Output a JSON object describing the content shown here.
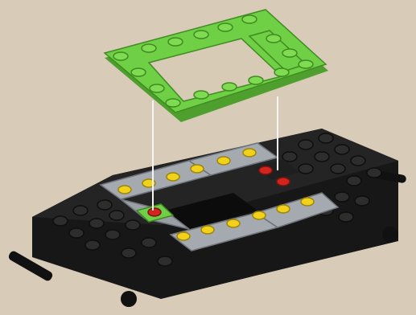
{
  "scene": {
    "description_visible_text": "",
    "colors": {
      "background": "#d8cbb6",
      "background_speckle": "#bba98f",
      "green_plate": "#6fcf45",
      "green_plate_shadow": "#4f9f2e",
      "black_base": "#1d1d1d",
      "black_stud": "#2b2b2b",
      "gray_tile": "#a5a9b0",
      "yellow_stud": "#f2d11c",
      "red_stud": "#d3241e",
      "guide_line": "#f4f4f4"
    },
    "icons": [
      "green-frame-plate",
      "black-chassis-base",
      "guide-lines"
    ]
  }
}
